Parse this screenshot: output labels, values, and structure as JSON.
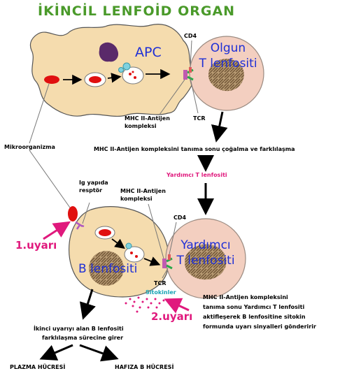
{
  "title": "İKİNCİL LENFOİD ORGAN",
  "labels": {
    "apc": "APC",
    "olgun_t": "Olgun",
    "olgun_t2": "T lenfositi",
    "cd4_top": "CD4",
    "mhc_top_1": "MHC II-Antijen",
    "mhc_top_2": "kompleksi",
    "tcr_top": "TCR",
    "mikroorganizma": "Mikroorganizma",
    "recognition": "MHC II-Antijen kompleksini tanıma sonu çoğalma ve farklılaşma",
    "yardimci_label": "Yardımcı T lenfositi",
    "ig_1": "Ig yapıda",
    "ig_2": "resptör",
    "mhc_mid_1": "MHC II-Antijen",
    "mhc_mid_2": "kompleksi",
    "cd4_mid": "CD4",
    "uyari1": "1.uyarı",
    "b_lenfositi": "B lenfositi",
    "yardimci_1": "Yardımcı",
    "yardimci_2": "T lenfositi",
    "tcr_mid": "TCR",
    "sitokinler": "Sitokinler",
    "uyari2": "2.uyarı",
    "desc_1": "MHC II-Antijen kompleksini",
    "desc_2": "tanıma sonu Yardımcı T lenfositi",
    "desc_3": "aktifleşerek B lenfositine sitokin",
    "desc_4": "formunda uyarı sinyalleri gönderirir",
    "ikinci_1": "İkinci uyarıyı alan B lenfositi",
    "ikinci_2": "farklılaşma sürecine girer",
    "plazma": "PLAZMA HÜCRESİ",
    "hafiza": "HAFIZA B HÜCRESİ"
  },
  "colors": {
    "title": "#4a9a2a",
    "cell_fill": "#f5dcae",
    "t_cell_fill": "#f3cfc0",
    "nucleus": "#5a2a6a",
    "microbe": "#e01010",
    "accent_pink": "#e0197d",
    "cell_name_blue": "#1e2fd6",
    "cytokine_cyan": "#1aa5b5"
  }
}
